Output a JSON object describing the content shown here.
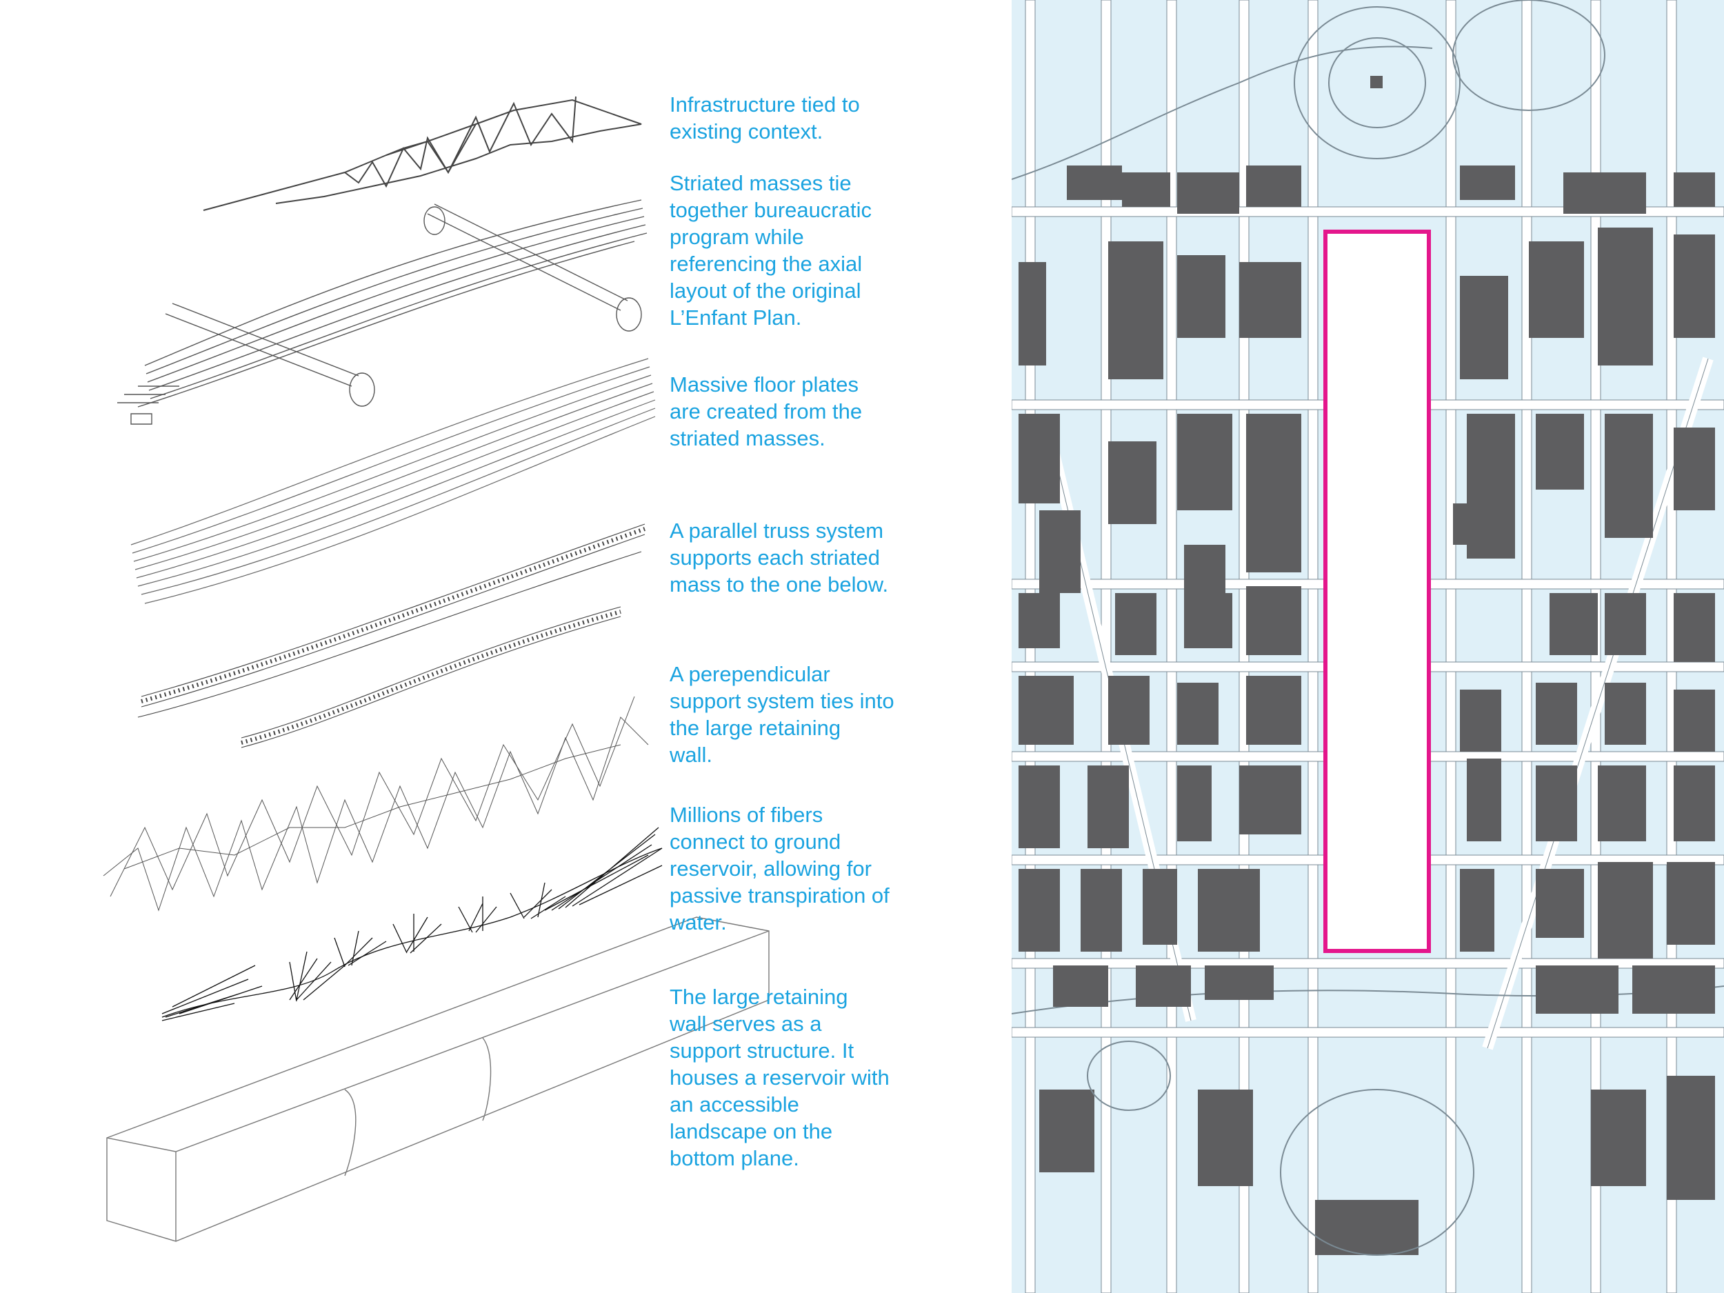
{
  "captions": [
    "Infrastructure tied to\nexisting context.",
    "Striated masses tie\ntogether bureaucratic\nprogram while\nreferencing the axial\nlayout of the original\nL’Enfant Plan.",
    "Massive floor plates\nare created from the\nstriated masses.",
    "A parallel truss system\nsupports each striated\nmass to the one below.",
    "A perependicular\nsupport system ties into\nthe large retaining\nwall.",
    "Millions of fibers\nconnect to ground\nreservoir, allowing for\npassive transpiration of\nwater.",
    "The large retaining\nwall serves as a\nsupport structure.  It\nhouses a reservoir with\nan accessible\nlandscape on the\nbottom plane."
  ],
  "colors": {
    "caption_text": "#1aa3e0",
    "site_outline": "#e4168c",
    "building_fill": "#5e5e60",
    "map_ground": "#dff0f8",
    "map_street": "#ffffff",
    "drawing_line": "#333333"
  }
}
